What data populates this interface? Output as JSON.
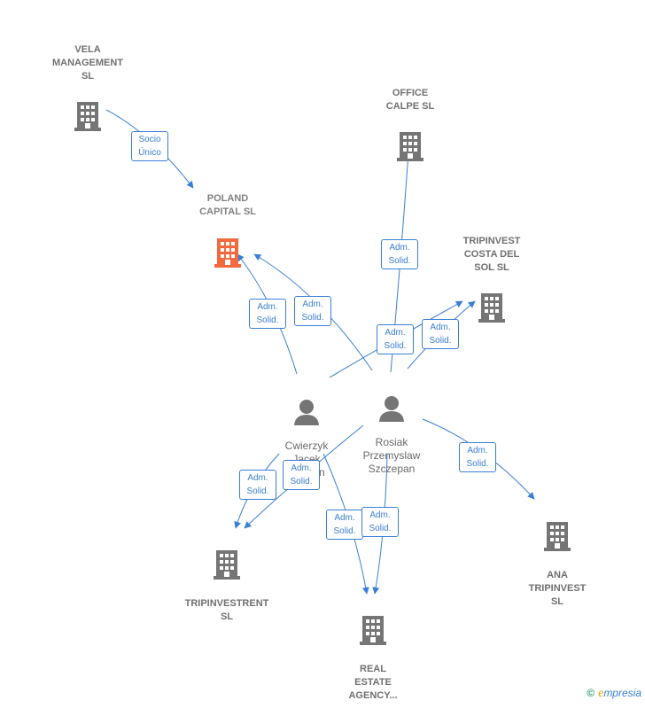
{
  "colors": {
    "building": "#757575",
    "highlight": "#f26a3d",
    "edge": "#3a7fd5",
    "person": "#757575"
  },
  "nodes": {
    "vela": {
      "label": "VELA\nMANAGEMENT\nSL",
      "icon": "building-icon"
    },
    "poland": {
      "label": "POLAND\nCAPITAL SL",
      "icon": "building-icon"
    },
    "office": {
      "label": "OFFICE\nCALPE SL",
      "icon": "building-icon"
    },
    "tripinvest_costa": {
      "label": "TRIPINVEST\nCOSTA DEL\nSOL SL",
      "icon": "building-icon"
    },
    "cwierzyk": {
      "label": "Cwierzyk\nJacek\nBogdan",
      "icon": "person-icon"
    },
    "rosiak": {
      "label": "Rosiak\nPrzemyslaw\nSzczepan",
      "icon": "person-icon"
    },
    "tripinvestrent": {
      "label": "TRIPINVESTRENT\nSL",
      "icon": "building-icon"
    },
    "real_estate": {
      "label": "REAL\nESTATE\nAGENCY...",
      "icon": "building-icon"
    },
    "ana": {
      "label": "ANA\nTRIPINVEST\nSL",
      "icon": "building-icon"
    }
  },
  "edges": {
    "socio_unico": "Socio\nÚnico",
    "adm_solid": "Adm.\nSolid."
  },
  "footer": {
    "copyright": "©",
    "brand_first": "e",
    "brand_rest": "mpresia"
  }
}
